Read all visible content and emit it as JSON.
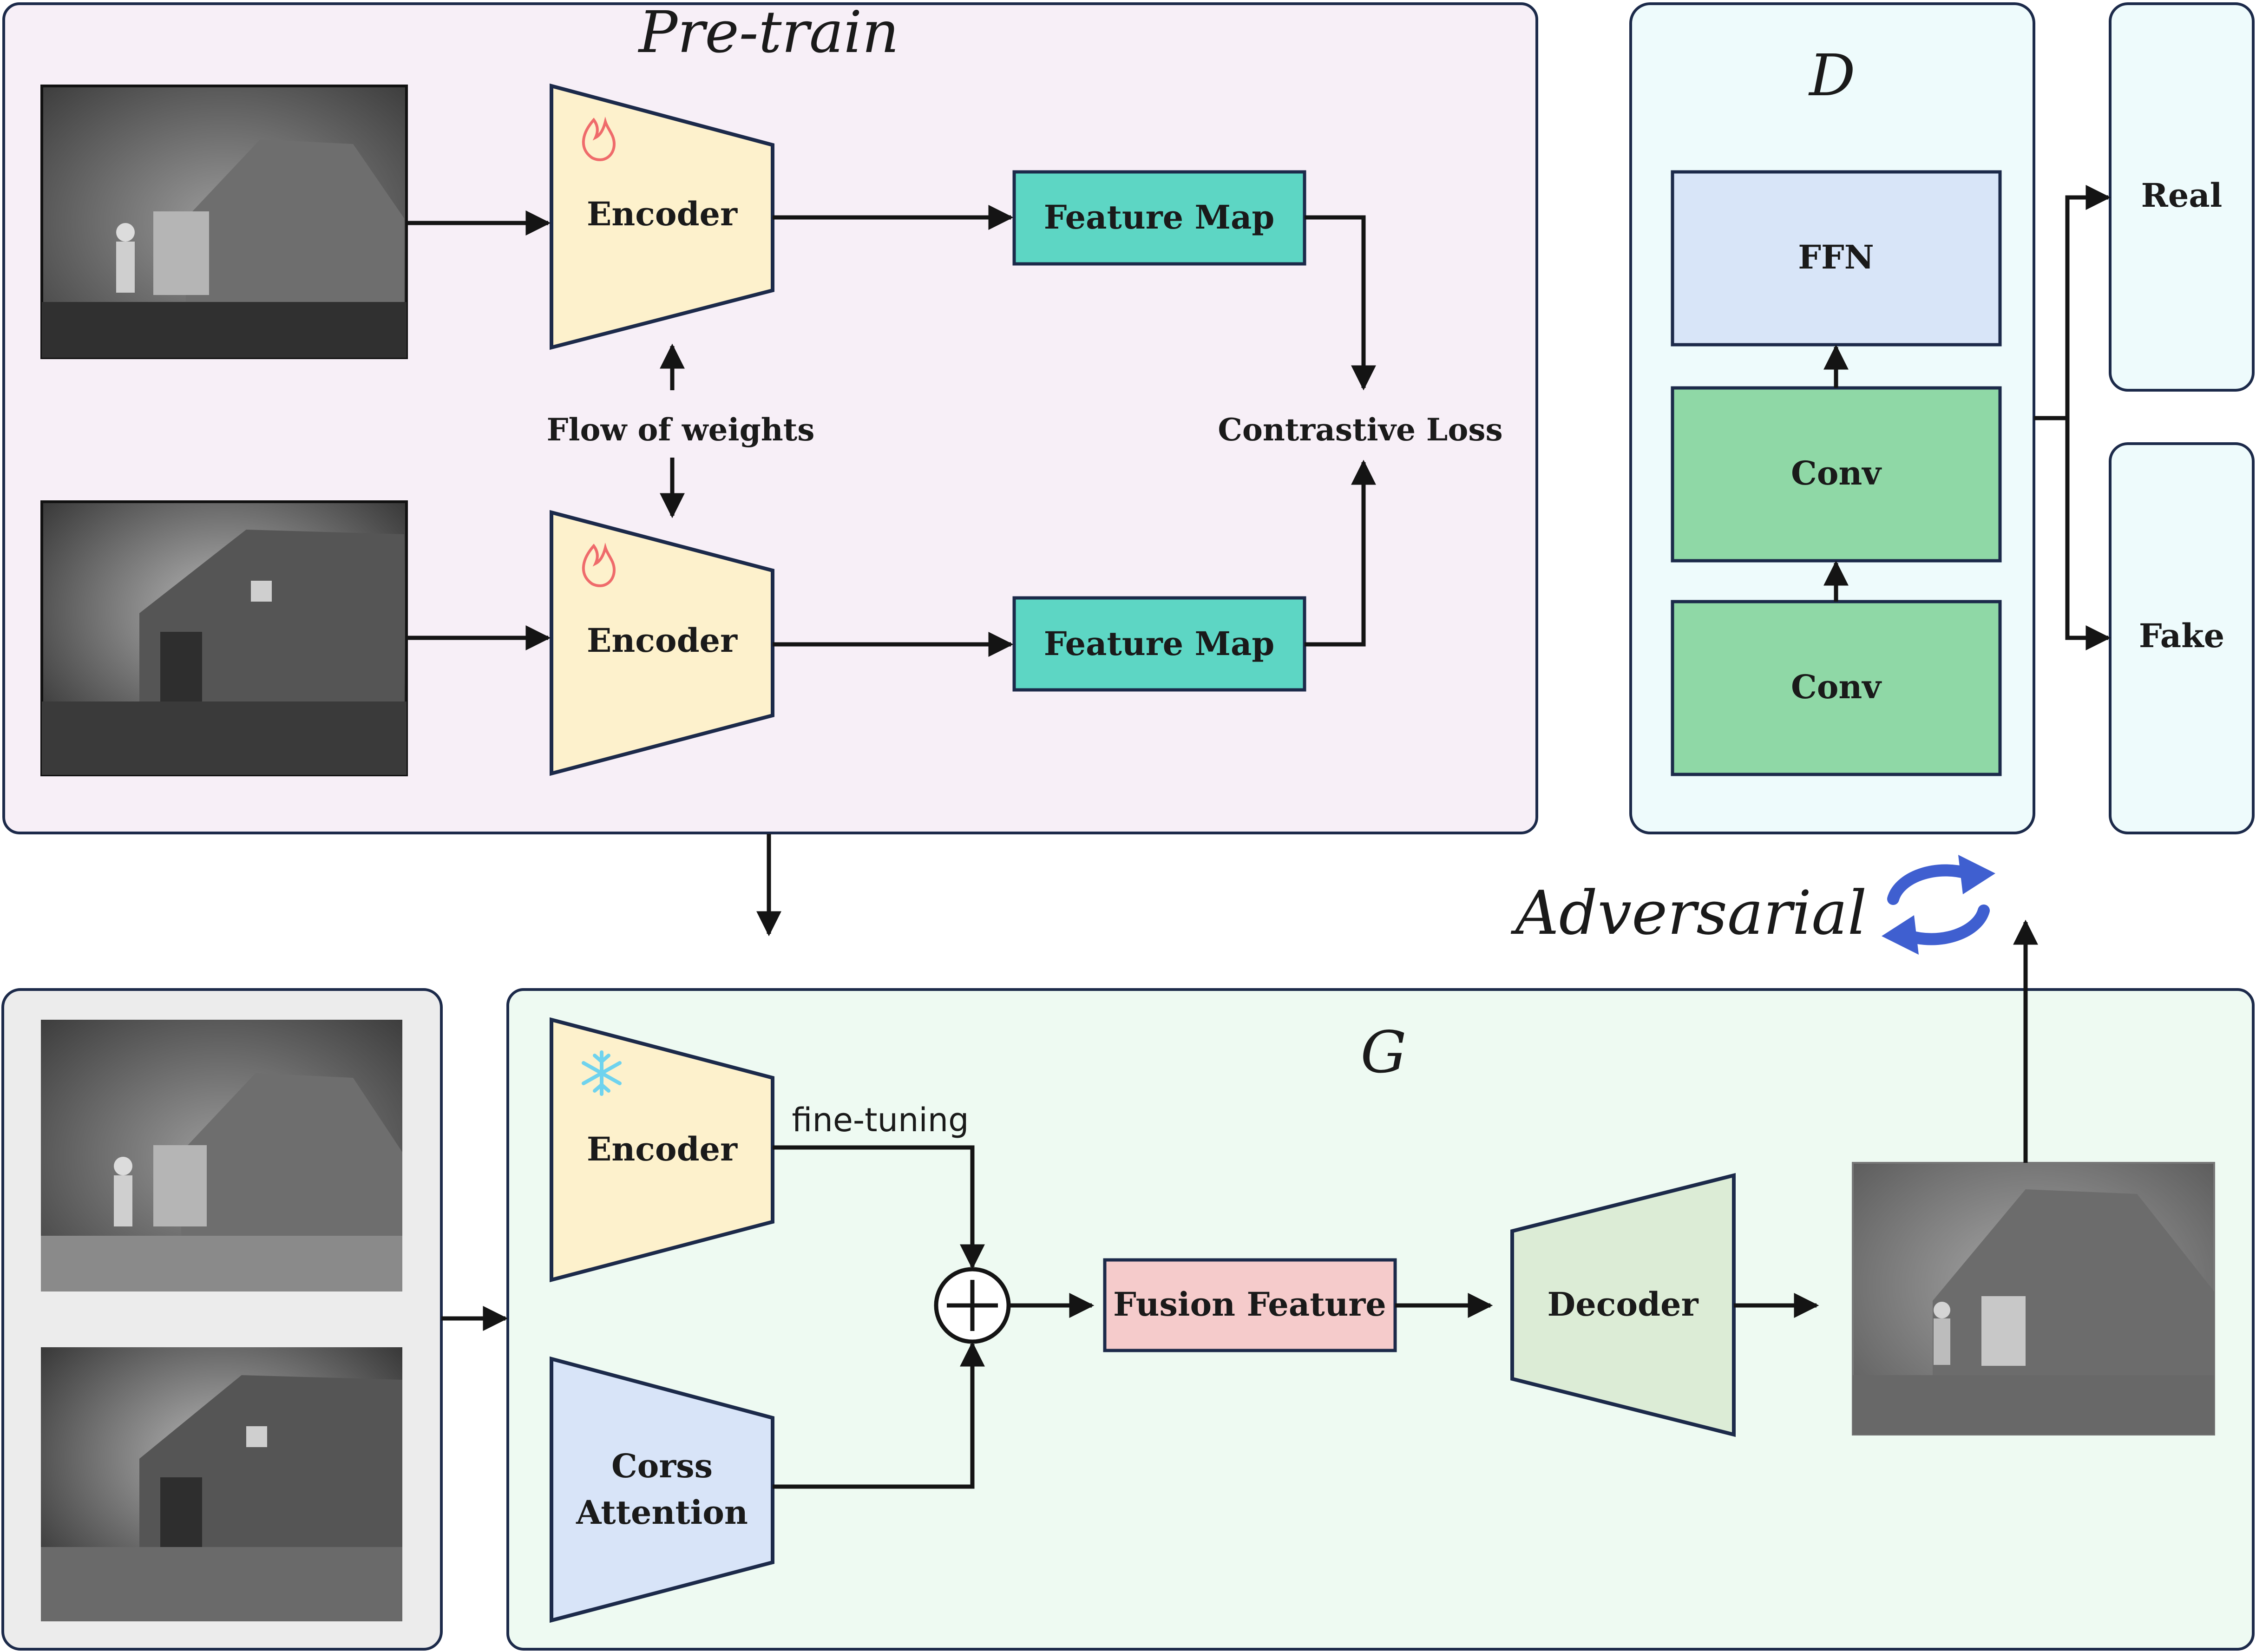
{
  "pretrain": {
    "title": "Pre-train",
    "encoder_top": "Encoder",
    "encoder_bottom": "Encoder",
    "feature_map_top": "Feature Map",
    "feature_map_bottom": "Feature Map",
    "flow_of_weights": "Flow of weights",
    "contrastive_loss": "Contrastive Loss",
    "encoder_state_icon": "flame-icon"
  },
  "discriminator": {
    "title": "D",
    "ffn": "FFN",
    "conv_top": "Conv",
    "conv_bottom": "Conv",
    "real": "Real",
    "fake": "Fake"
  },
  "adversarial": {
    "label": "Adversarial",
    "icon": "cycle-arrows-icon"
  },
  "generator": {
    "title": "G",
    "encoder": "Encoder",
    "encoder_state_icon": "snowflake-icon",
    "fine_tuning": "fine-tuning",
    "cross_attention_line1": "Corss",
    "cross_attention_line2": "Attention",
    "fusion_feature": "Fusion Feature",
    "decoder": "Decoder"
  },
  "colors": {
    "pretrain_bg": "#f7eff7",
    "generator_bg": "#eefaf2",
    "input_panel_bg": "#ececec",
    "discriminator_bg": "#eefbfc",
    "encoder_fill": "#fdf1cc",
    "feature_map_fill": "#5dd6c4",
    "ffn_fill": "#d8e5f8",
    "conv_fill": "#8fd8a6",
    "fusion_fill": "#f5cbcb",
    "decoder_fill": "#dcecd6",
    "cross_attention_fill": "#d8e4f8",
    "border": "#1c2a4a",
    "cycle_arrows": "#3f5fd0",
    "flame": "#ef6b6b",
    "snowflake": "#6fd3ee"
  }
}
